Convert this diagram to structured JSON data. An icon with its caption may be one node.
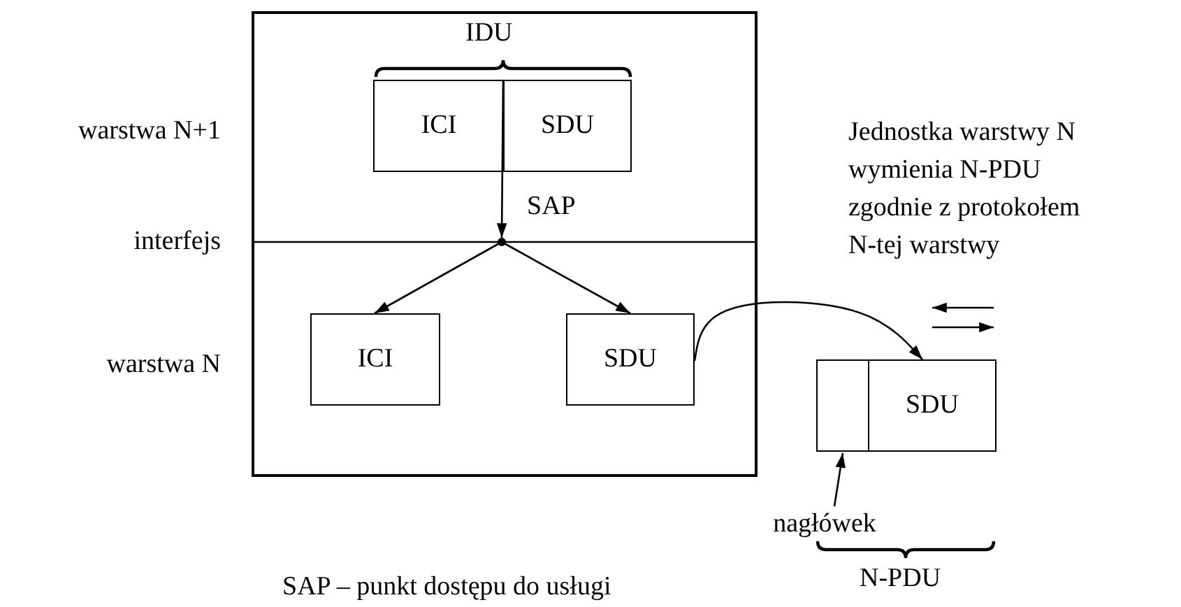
{
  "diagram": {
    "nodes": [
      {
        "text": [],
        "shape": "box"
      },
      {
        "text": [
          "ICI"
        ],
        "in": 0
      },
      {
        "text": [
          "SDU"
        ],
        "in": 0
      },
      {
        "text": [],
        "shape": "circle",
        "in": 0,
        "beside": [
          "SAP"
        ]
      },
      {
        "text": [
          "ICI"
        ],
        "in": 0
      },
      {
        "text": [
          "SDU"
        ],
        "in": 0
      },
      {
        "text": [],
        "shape": "box"
      },
      {
        "text": [
          "SDU"
        ]
      },
      {
        "text": [
          "nagłówek"
        ]
      }
    ],
    "edges": [
      {
        "from": 2,
        "to": 3,
        "arrow": "to"
      },
      {
        "from": 3,
        "to": 4,
        "arrow": "to"
      },
      {
        "from": 3,
        "to": 5,
        "arrow": "to"
      },
      {
        "from": 5,
        "to": 7,
        "arrow": "to"
      },
      {
        "from": 8,
        "to": 6,
        "arrow": "to"
      }
    ],
    "labels": [
      "IDU",
      "warstwa N+1",
      "Jednostka warstwy N wymienia N-PDU zgodnie z protokołem N-tej warstwy",
      "interfejs",
      "warstwa N",
      "N-PDU",
      "SAP – punkt dostępu do usługi"
    ]
  }
}
